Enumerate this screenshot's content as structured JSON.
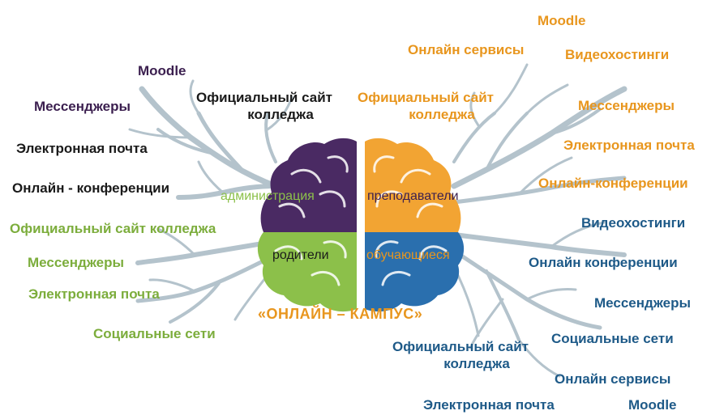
{
  "diagram": {
    "title": "«ОНЛАЙН – КАМПУС»",
    "brain_labels": {
      "admin": "администрация",
      "teachers": "преподаватели",
      "parents": "родители",
      "students": "обучающиеся"
    },
    "admin_branch": {
      "color": "#3b1f4f",
      "items": [
        "Moodle",
        "Мессенджеры",
        "Электронная почта",
        "Онлайн - конференции"
      ],
      "site_line1": "Официальный сайт",
      "site_line2": "колледжа"
    },
    "teachers_branch": {
      "color": "#e8961e",
      "items": [
        "Moodle",
        "Онлайн сервисы",
        "Видеохостинги",
        "Мессенджеры",
        "Электронная почта",
        "Онлайн-конференции"
      ],
      "site_line1": "Официальный сайт",
      "site_line2": "колледжа"
    },
    "parents_branch": {
      "color": "#7cad3c",
      "items": [
        "Официальный сайт колледжа",
        "Мессенджеры",
        "Электронная почта",
        "Социальные сети"
      ]
    },
    "students_branch": {
      "color": "#1e5a88",
      "items": [
        "Видеохостинги",
        "Онлайн конференции",
        "Мессенджеры",
        "Социальные сети",
        "Онлайн сервисы",
        "Электронная почта",
        "Moodle"
      ],
      "site_line1": "Официальный сайт",
      "site_line2": "колледжа"
    },
    "colors": {
      "admin": "#4a2a63",
      "teachers": "#f2a433",
      "parents": "#8cc04a",
      "students": "#2a6fae",
      "branches": "#b4c3cc"
    }
  }
}
